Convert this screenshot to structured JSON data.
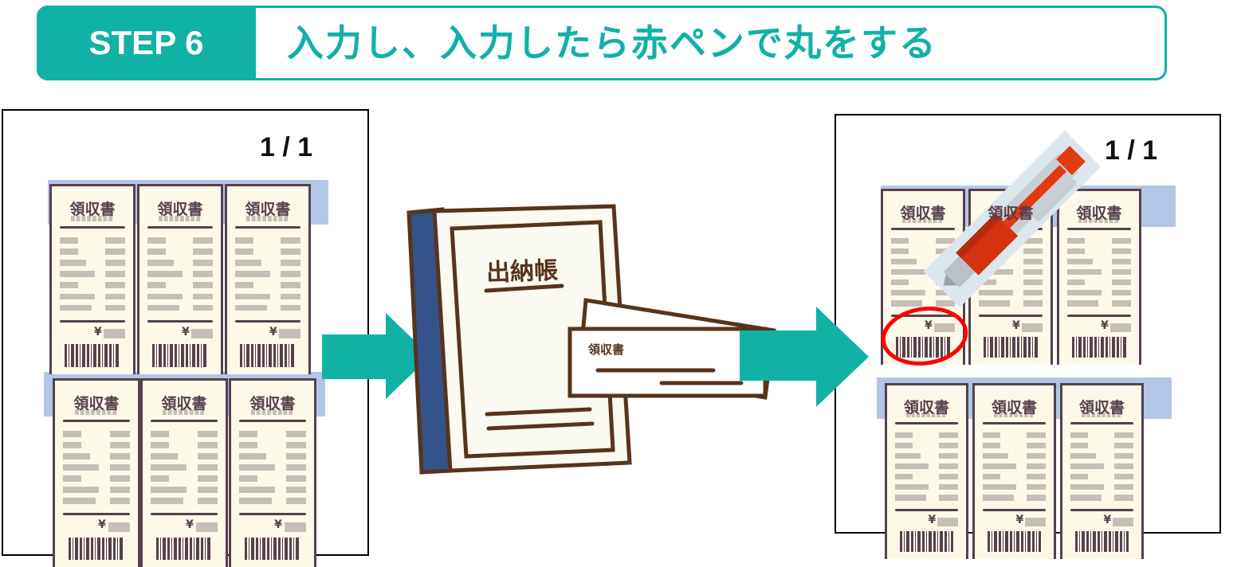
{
  "header": {
    "step_label": "STEP 6",
    "title": "入力し、入力したら赤ペンで丸をする"
  },
  "left_panel": {
    "page_indicator": "1 / 1"
  },
  "right_panel": {
    "page_indicator": "1 / 1"
  },
  "receipt": {
    "title": "領収書",
    "currency": "¥"
  },
  "ledger": {
    "title": "出納帳",
    "inserted_receipt_title": "領収書"
  },
  "colors": {
    "accent": "#12b1a6",
    "receipt_band": "#b3c6e5",
    "receipt_outline": "#56404f",
    "red_circle": "#ff0000",
    "ledger_spine": "#34538a"
  },
  "icons": [
    "right-arrow-icon",
    "ledger-book-icon",
    "red-pen-icon",
    "red-circle-mark"
  ]
}
